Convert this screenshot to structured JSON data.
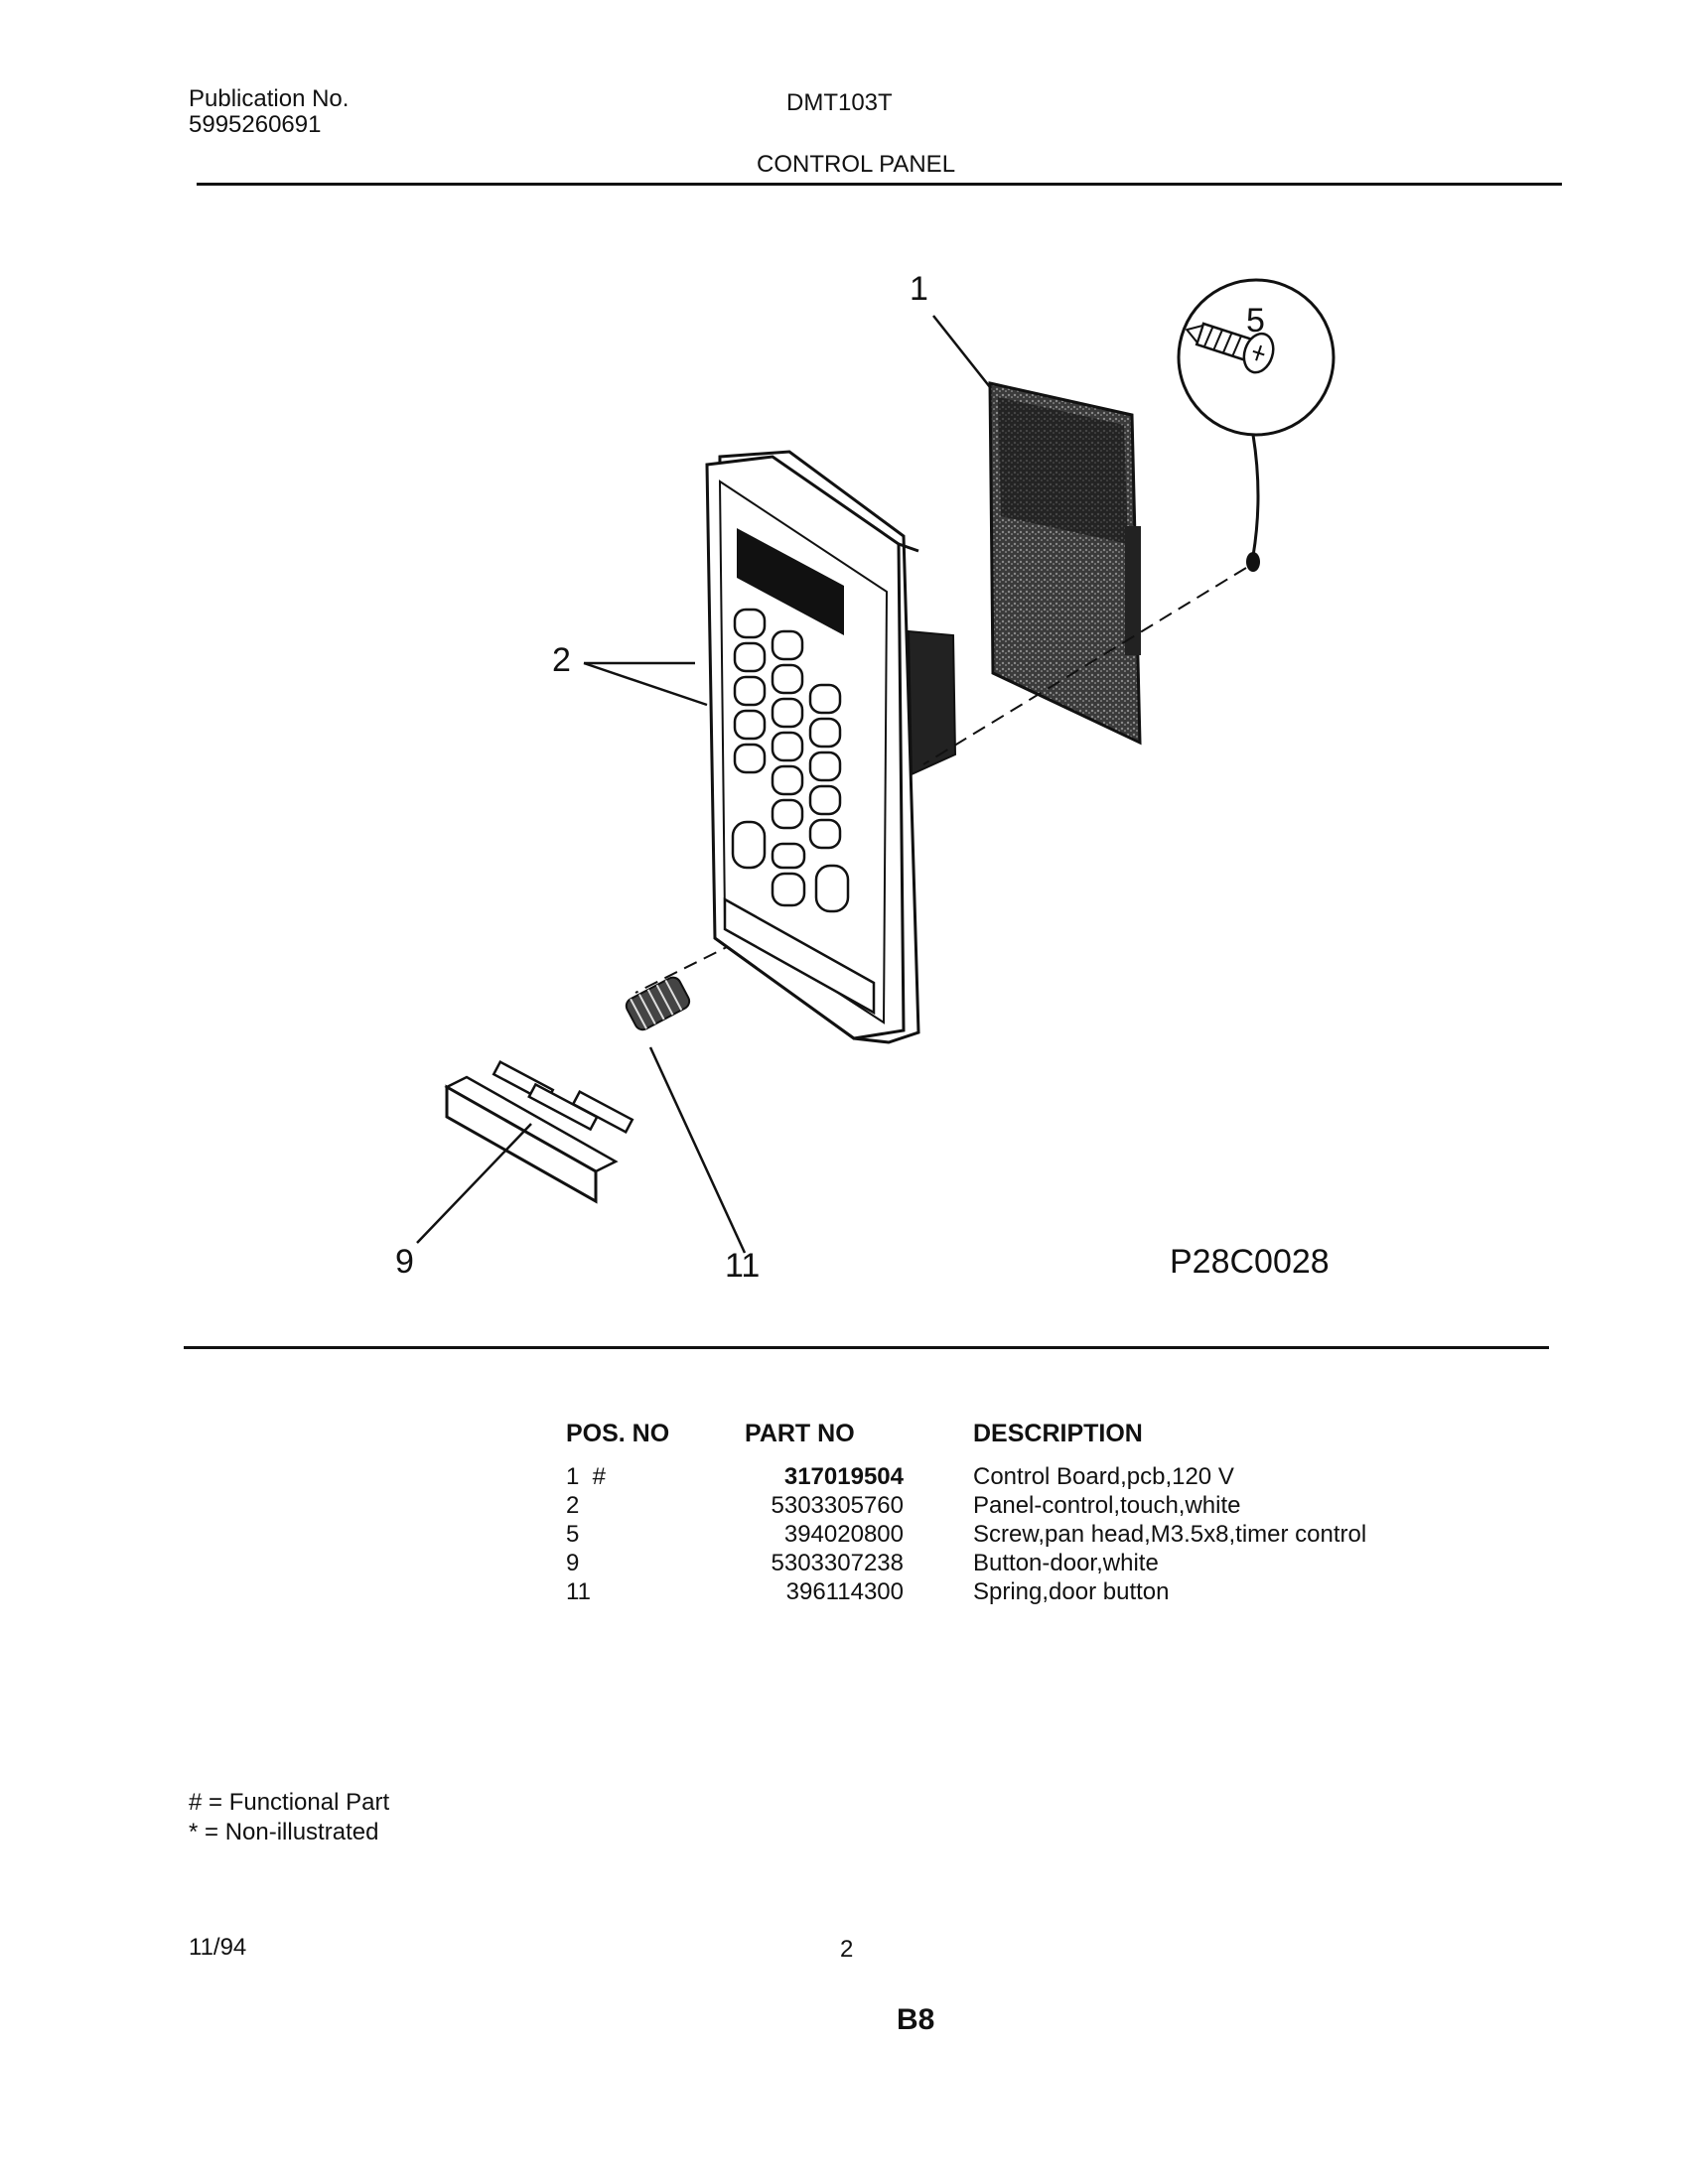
{
  "header": {
    "publication_label": "Publication No.",
    "publication_number": "5995260691",
    "model": "DMT103T",
    "section_title": "CONTROL PANEL"
  },
  "diagram": {
    "callouts": [
      "1",
      "2",
      "5",
      "9",
      "11"
    ],
    "drawing_code": "P28C0028"
  },
  "parts_table": {
    "headers": {
      "pos": "POS. NO",
      "part": "PART NO",
      "desc": "DESCRIPTION"
    },
    "rows": [
      {
        "pos": "1  #",
        "part": "317019504",
        "desc": "Control Board,pcb,120 V"
      },
      {
        "pos": "2",
        "part": "5303305760",
        "desc": "Panel-control,touch,white"
      },
      {
        "pos": "5",
        "part": "394020800",
        "desc": "Screw,pan head,M3.5x8,timer control"
      },
      {
        "pos": "9",
        "part": "5303307238",
        "desc": "Button-door,white"
      },
      {
        "pos": "11",
        "part": "396114300",
        "desc": "Spring,door button"
      }
    ]
  },
  "legend": {
    "functional": "# = Functional Part",
    "non_illustrated": "* = Non-illustrated"
  },
  "footer": {
    "date": "11/94",
    "page": "2",
    "section_code": "B8"
  }
}
